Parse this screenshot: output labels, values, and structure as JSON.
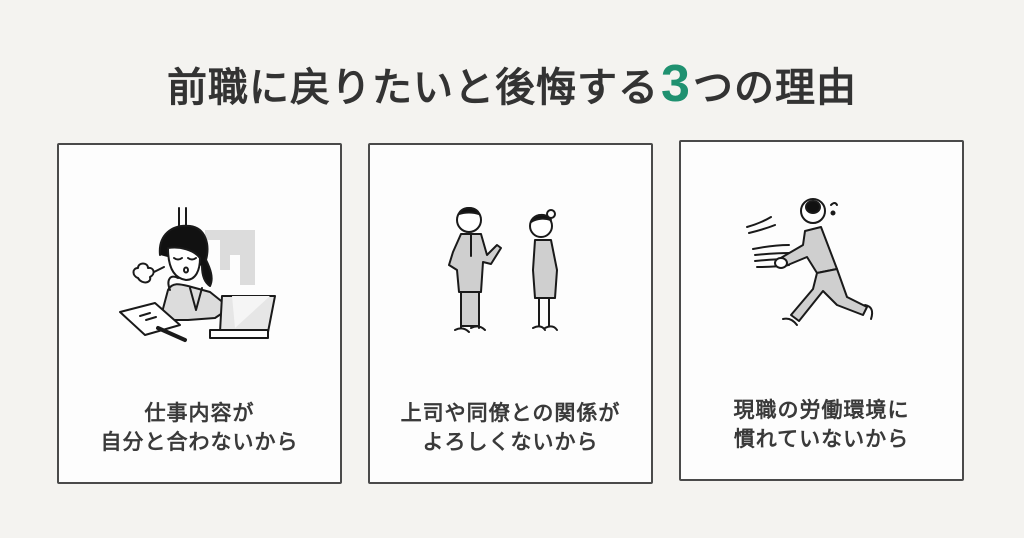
{
  "header": {
    "title_before": "前職に戻りたいと後悔する",
    "title_number": "3",
    "title_after": "つの理由",
    "accent_color": "#1f9170"
  },
  "cards": [
    {
      "illustration": "woman-sighing-at-desk-illustration",
      "line1": "仕事内容が",
      "line2": "自分と合わないから"
    },
    {
      "illustration": "boss-and-coworker-talking-illustration",
      "line1": "上司や同僚との関係が",
      "line2": "よろしくないから"
    },
    {
      "illustration": "man-rushing-with-papers-illustration",
      "line1": "現職の労働環境に",
      "line2": "慣れていないから"
    }
  ]
}
